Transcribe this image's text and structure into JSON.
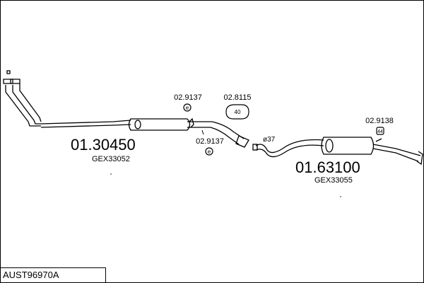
{
  "diagram": {
    "reference": "AUST96970A",
    "parts": [
      {
        "part_number": "01.30450",
        "oe_number": "GEX33052"
      },
      {
        "part_number": "01.63100",
        "oe_number": "GEX33055"
      }
    ],
    "fittings": [
      {
        "code": "02.9137",
        "symbol": "e"
      },
      {
        "code": "02.8115",
        "symbol": "40"
      },
      {
        "code": "02.9137",
        "symbol": "e"
      },
      {
        "code": "02.9138",
        "symbol": "44"
      }
    ],
    "pipe_diameter_label": "ø37"
  }
}
